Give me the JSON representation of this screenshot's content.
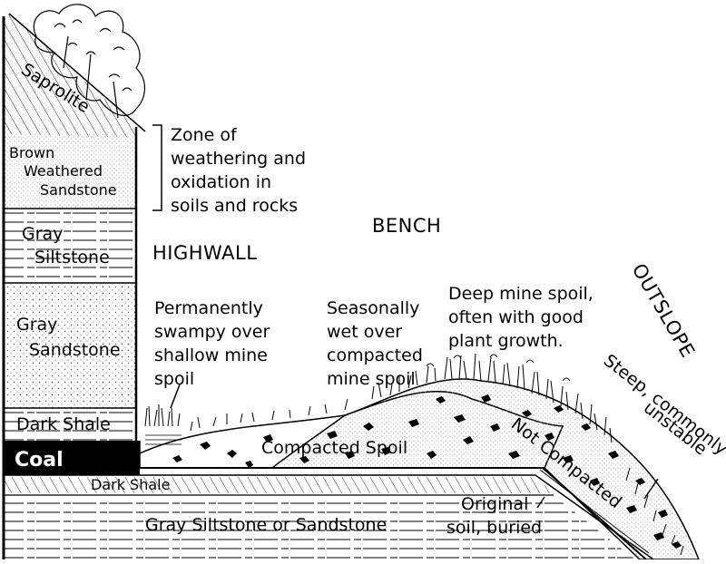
{
  "strata": {
    "saprolite": "Saprolite",
    "brown_1": "Brown",
    "brown_2": "Weathered",
    "brown_3": "Sandstone",
    "gray_silt_1": "Gray",
    "gray_silt_2": "Siltstone",
    "gray_sand_1": "Gray",
    "gray_sand_2": "Sandstone",
    "dark_shale_upper": "Dark Shale",
    "coal": "Coal",
    "dark_shale_lower": "Dark Shale",
    "bottom_layer": "Gray Siltstone or Sandstone"
  },
  "zone_of_weathering": [
    "Zone of",
    "weathering and",
    "oxidation in",
    "soils and rocks"
  ],
  "highwall": "HIGHWALL",
  "bench": "BENCH",
  "outslope": "OUTSLOPE",
  "swampy": [
    "Permanently",
    "swampy over",
    "shallow mine",
    "spoil"
  ],
  "seasonally": [
    "Seasonally",
    "wet over",
    "compacted",
    "mine spoil"
  ],
  "deep_spoil": [
    "Deep mine spoil,",
    "often with good",
    "plant growth."
  ],
  "compacted_spoil": "Compacted Spoil",
  "not_compacted": "Not Compacted",
  "steep": [
    "Steep, commonly",
    "unstable"
  ],
  "original_soil": [
    "Original",
    "soil, buried"
  ]
}
